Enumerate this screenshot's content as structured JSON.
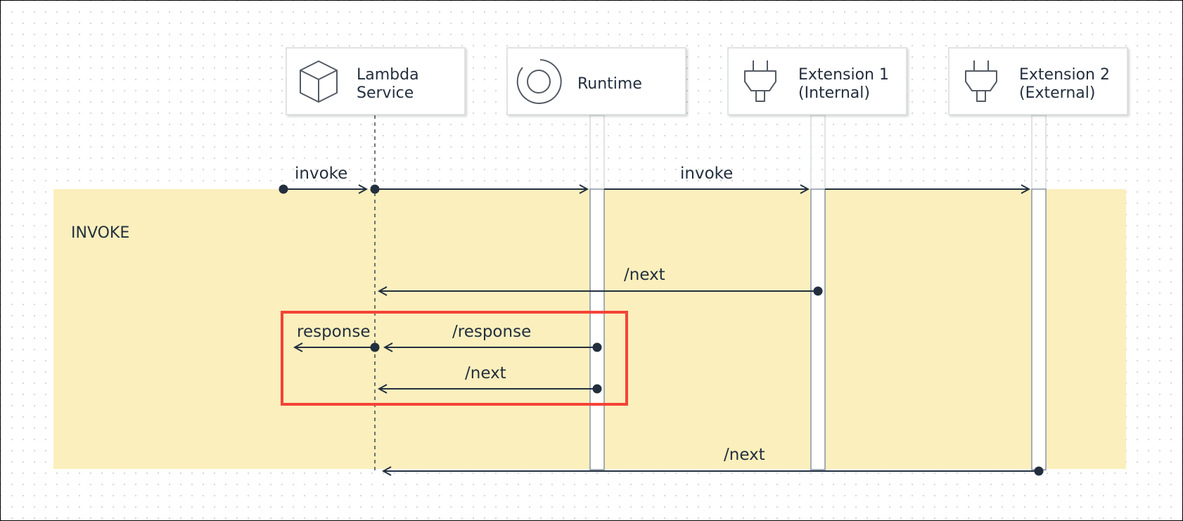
{
  "participants": {
    "lambda": {
      "line1": "Lambda",
      "line2": "Service",
      "icon": "cube-icon"
    },
    "runtime": {
      "line1": "Runtime",
      "icon": "circle-ring-icon"
    },
    "ext1": {
      "line1": "Extension 1",
      "line2": "(Internal)",
      "icon": "plug-icon"
    },
    "ext2": {
      "line1": "Extension 2",
      "line2": "(External)",
      "icon": "plug-icon"
    }
  },
  "phase": {
    "label": "INVOKE"
  },
  "messages": {
    "invoke_in": "invoke",
    "invoke_out": "invoke",
    "ext1_next": "/next",
    "response_out": "response",
    "runtime_response": "/response",
    "runtime_next": "/next",
    "ext2_next": "/next"
  },
  "colors": {
    "phase_band": "#fbefbd",
    "highlight": "#f44336",
    "ink": "#232f3e",
    "lifeline": "#d5dbdb",
    "activation_border": "#8b96a3"
  }
}
